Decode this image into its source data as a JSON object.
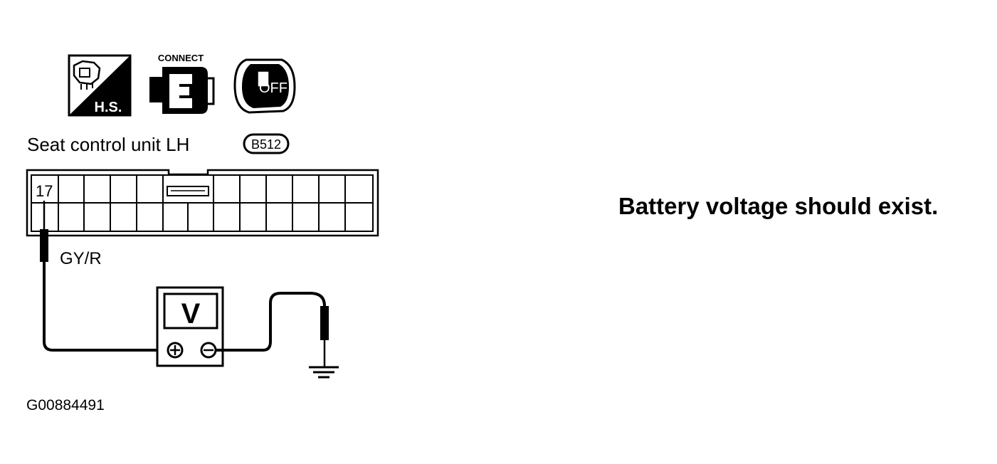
{
  "icons": {
    "harness_badge": "H.S.",
    "connect_label": "CONNECT",
    "ignition_label": "OFF"
  },
  "connector": {
    "title": "Seat control unit LH",
    "code": "B512",
    "terminal": "17",
    "wire_color": "GY/R"
  },
  "meter": {
    "label": "V",
    "positive_symbol": "⊕",
    "negative_symbol": "⊖"
  },
  "instruction": "Battery voltage should exist.",
  "figure_id": "G00884491"
}
